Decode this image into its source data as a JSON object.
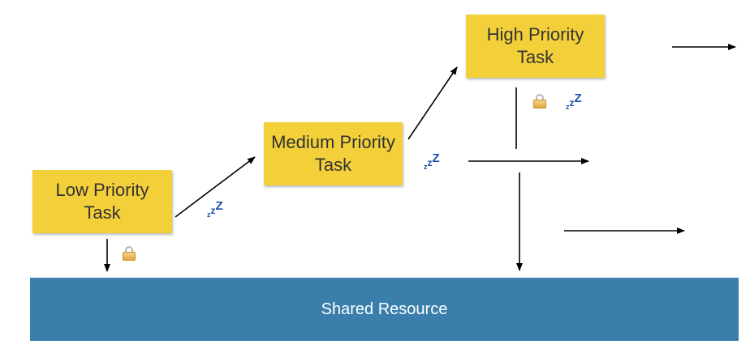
{
  "colors": {
    "task_fill": "#f3d03a",
    "resource_fill": "#3a7fab",
    "arrow": "#000000",
    "sleep_indicator": "#1e4fae"
  },
  "tasks": {
    "low": {
      "label": "Low Priority Task"
    },
    "medium": {
      "label": "Medium Priority Task"
    },
    "high": {
      "label": "High Priority Task"
    }
  },
  "resource": {
    "label": "Shared Resource"
  },
  "icons": {
    "lock": "lock-icon",
    "sleep": "sleep-zzz-icon",
    "sleep_glyphs": [
      "z",
      "z",
      "Z"
    ]
  }
}
